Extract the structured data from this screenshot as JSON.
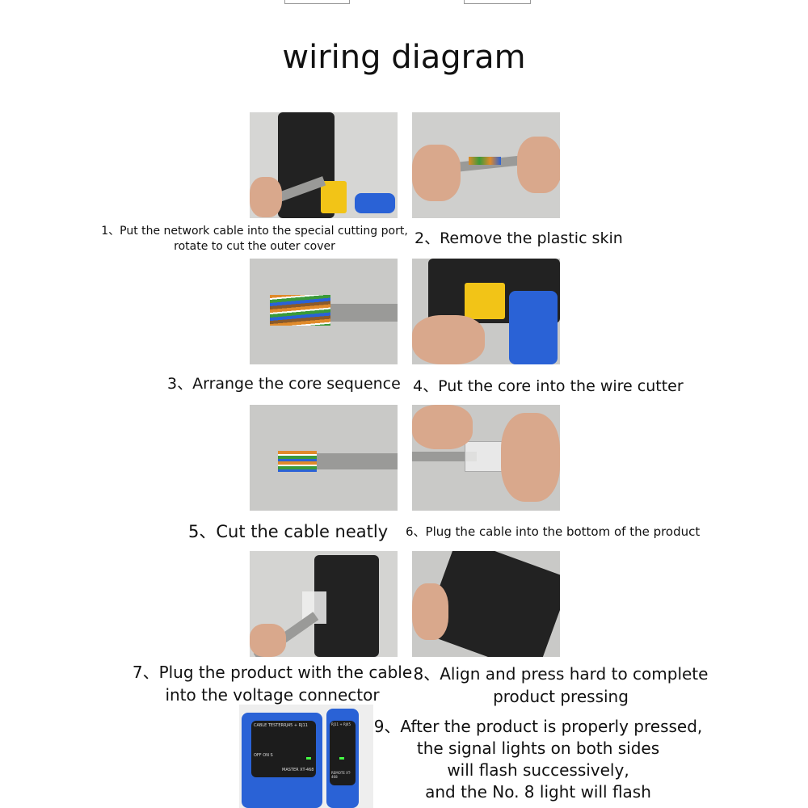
{
  "title": "wiring diagram",
  "steps": [
    {
      "line1": "1、Put the network cable into the special cutting port,",
      "line2": "rotate to cut the outer cover"
    },
    {
      "line1": "2、Remove the plastic skin"
    },
    {
      "line1": "3、Arrange the core sequence"
    },
    {
      "line1": "4、Put the core into the wire cutter"
    },
    {
      "line1": "5、Cut the cable neatly"
    },
    {
      "line1": "6、Plug the cable into the bottom of the product"
    },
    {
      "line1": "7、Plug the product with the cable",
      "line2": "into the voltage connector"
    },
    {
      "line1": "8、Align and press hard to complete",
      "line2": "product pressing"
    },
    {
      "line1": "9、After the product is properly pressed,",
      "line2": "the signal lights on both sides",
      "line3": "will flash successively,",
      "line4": "and the No. 8 light will flash"
    }
  ],
  "tester": {
    "left_label": "CABLE TESTER",
    "left_header": "RJ45 + RJ11",
    "left_model": "MASTER XT-468",
    "right_header": "RJ11 + RJ45",
    "right_model": "REMOTE XT-468",
    "switch": "OFF ON S"
  },
  "colors": {
    "tester_blue": "#2a62d6",
    "tool_yellow": "#f2c417",
    "tool_black": "#222222"
  }
}
